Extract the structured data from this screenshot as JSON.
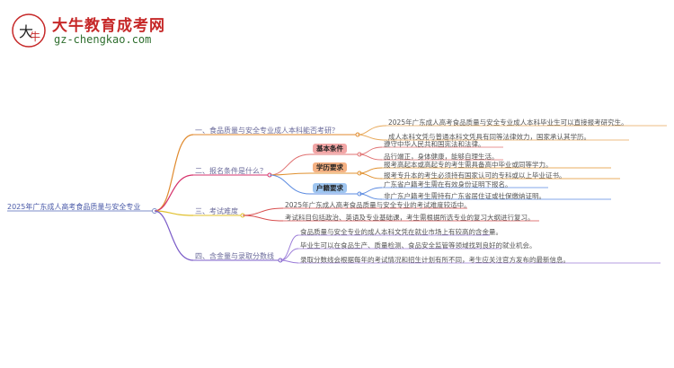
{
  "header": {
    "site_name": "大牛教育成考网",
    "site_url": "gz-chengkao.com"
  },
  "mindmap": {
    "root": "2025年广东成人高考食品质量与安全专业",
    "branches": [
      {
        "label": "一、食品质量与安全专业成人本科能否考研？",
        "leaves": [
          "2025年广东成人高考食品质量与安全专业成人本科毕业生可以直接报考研究生。",
          "成人本科文凭与普通本科文凭具有同等法律效力，国家承认其学历。"
        ]
      },
      {
        "label": "二、报名条件是什么？",
        "groups": [
          {
            "tag": "基本条件",
            "leaves": [
              "遵守中华人民共和国宪法和法律。",
              "品行端正，身体健康，能够自理生活。"
            ]
          },
          {
            "tag": "学历要求",
            "leaves": [
              "报考高起本或高起专的考生需具备高中毕业或同等学力。",
              "报考专升本的考生必须持有国家认可的专科或以上毕业证书。"
            ]
          },
          {
            "tag": "户籍要求",
            "leaves": [
              "广东省户籍考生需在有效身份证明下报名。",
              "非广东户籍考生需持有广东省居住证或社保缴纳证明。"
            ]
          }
        ]
      },
      {
        "label": "三、考试难度",
        "leaves": [
          "2025年广东成人高考食品质量与安全专业的考试难度较适中。",
          "考试科目包括政治、英语及专业基础课，考生需根据所选专业的复习大纲进行复习。"
        ]
      },
      {
        "label": "四、含金量与录取分数线",
        "leaves": [
          "食品质量与安全专业的成人本科文凭在就业市场上有较高的含金量。",
          "毕业生可以在食品生产、质量检测、食品安全监管等领域找到良好的就业机会。",
          "录取分数线会根据每年的考试情况和招生计划有所不同，考生应关注官方发布的最新信息。"
        ]
      }
    ]
  },
  "colors": {
    "root_line": "#7c8cc8",
    "branch1": "#e08a2e",
    "branch2": "#d6336c",
    "branch3": "#e0c02e",
    "branch4": "#7b5cc8",
    "tag_basic": "#f2a6a6",
    "tag_edu": "#f4b183",
    "tag_household": "#9ec5f0",
    "leaf_line1": "#e8a95a",
    "leaf_line_basic": "#e07070",
    "leaf_line_edu": "#e0902e",
    "leaf_line_household": "#5a8ae0",
    "leaf_line3": "#d84e4e",
    "leaf_line4": "#9b7cd8"
  }
}
